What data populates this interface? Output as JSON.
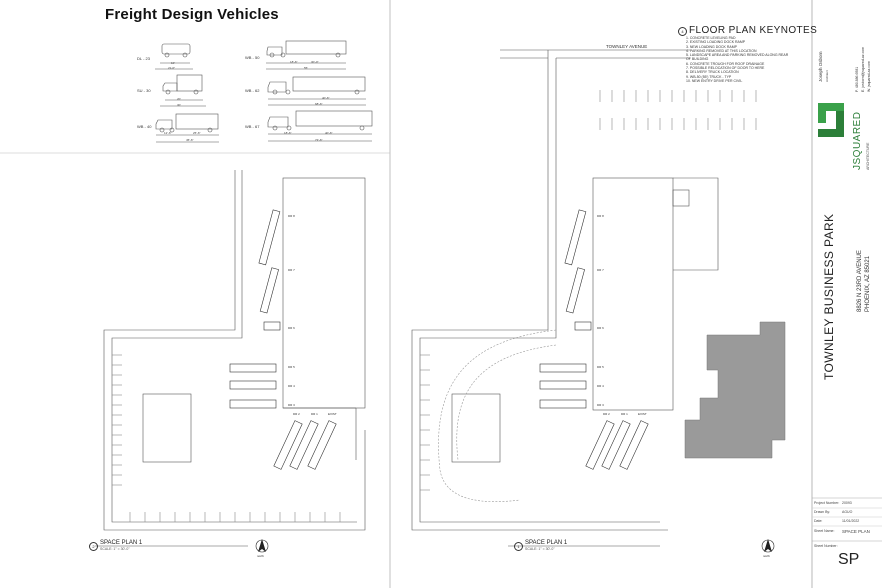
{
  "sheet_title": "Freight Design Vehicles",
  "vehicles": [
    {
      "code": "DL - 23",
      "dims": [
        "10'",
        "22-6\""
      ]
    },
    {
      "code": "SU - 30",
      "dims": [
        "20'",
        "30'"
      ]
    },
    {
      "code": "WB - 40",
      "dims": [
        "12'-6\"",
        "25'-6\"",
        "45'-6\""
      ]
    },
    {
      "code": "WB - 50",
      "dims": [
        "18'-6\"",
        "30'-0\"",
        "55'"
      ]
    },
    {
      "code": "WB - 62",
      "dims": [
        "40'-6\"",
        "68'-6\""
      ]
    },
    {
      "code": "WB - 67",
      "dims": [
        "18'-6\"",
        "40'-6\"",
        "73'-6\""
      ]
    }
  ],
  "left_plan": {
    "number": "2",
    "title": "SPACE PLAN 1",
    "scale": "SCALE: 1\" = 30'-0\"",
    "doors": [
      "DR 8",
      "DR 7",
      "DR 6",
      "DR 5",
      "DR 4",
      "DR 3",
      "DR 2",
      "DR 1",
      "EXIST"
    ],
    "north": "north"
  },
  "right_plan": {
    "number": "1",
    "title": "SPACE PLAN 1",
    "scale": "SCALE: 1\" = 30'-0\"",
    "street": "TOWNLEY AVENUE",
    "doors": [
      "DR 8",
      "DR 7",
      "DR 6",
      "DR 5",
      "DR 4",
      "DR 3",
      "DR 2",
      "DR 1",
      "EXIST"
    ],
    "north": "north"
  },
  "keynotes": {
    "marker": "4",
    "title": "FLOOR PLAN KEYNOTES",
    "items": [
      "1.  CONCRETE LEVELING PAD",
      "2.  EXISTING LOADING DOCK RAMP",
      "3.  NEW LOADING DOCK RAMP",
      "4.  PARKING REMOVED AT THIS LOCATION",
      "5.  LANDSCAPE AREA AND PARKING REMOVED ALONG REAR",
      "     OF BUILDING",
      "6.  CONCRETE TROUGH FOR ROOF DRAINAGE",
      "7.  POSSIBLE RELOCATION OF DOOR TO HERE",
      "8.  DELIVERY TRUCK LOCATION",
      "9.  WB-50 (55') TRUCK - TYP",
      "10. NEW ENTRY DRIVE PER CIVIL"
    ]
  },
  "title_block": {
    "person": "Joseph Osborn",
    "person_role": "Architect",
    "phone": "P. 480.886.6981",
    "email": "E. josborn@jsquared-az.com",
    "web": "W. jsquared-az.com",
    "firm": "JSQUARED",
    "firm_sub": "ARCHITECTURE",
    "project_name": "TOWNLEY BUSINESS PARK",
    "address1": "8826 N 23RD AVENUE",
    "address2": "PHOENIX, AZ 85021",
    "rows": [
      {
        "label": "Project Number:",
        "value": "20093"
      },
      {
        "label": "Drawn By:",
        "value": "AGUO"
      },
      {
        "label": "Date:",
        "value": "11/01/2022"
      },
      {
        "label": "Sheet Name:",
        "value": "SPACE PLAN"
      }
    ],
    "sheet_number_label": "Sheet Number:",
    "sheet_number": "SP"
  },
  "colors": {
    "logo_green": "#3aa14a",
    "building_gray": "#9a9a9a",
    "line": "#555555"
  }
}
